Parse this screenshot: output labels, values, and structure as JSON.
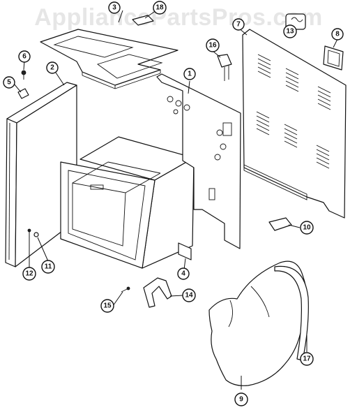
{
  "watermark": "AppliancePartsPros.com",
  "callouts": [
    {
      "id": "c1",
      "label": "1"
    },
    {
      "id": "c2",
      "label": "2"
    },
    {
      "id": "c3",
      "label": "3"
    },
    {
      "id": "c4",
      "label": "4"
    },
    {
      "id": "c5",
      "label": "5"
    },
    {
      "id": "c6",
      "label": "6"
    },
    {
      "id": "c7",
      "label": "7"
    },
    {
      "id": "c8",
      "label": "8"
    },
    {
      "id": "c9",
      "label": "9"
    },
    {
      "id": "c10",
      "label": "10"
    },
    {
      "id": "c11",
      "label": "11"
    },
    {
      "id": "c12",
      "label": "12"
    },
    {
      "id": "c13",
      "label": "13"
    },
    {
      "id": "c14",
      "label": "14"
    },
    {
      "id": "c15",
      "label": "15"
    },
    {
      "id": "c16",
      "label": "16"
    },
    {
      "id": "c17",
      "label": "17"
    },
    {
      "id": "c18",
      "label": "18"
    }
  ]
}
